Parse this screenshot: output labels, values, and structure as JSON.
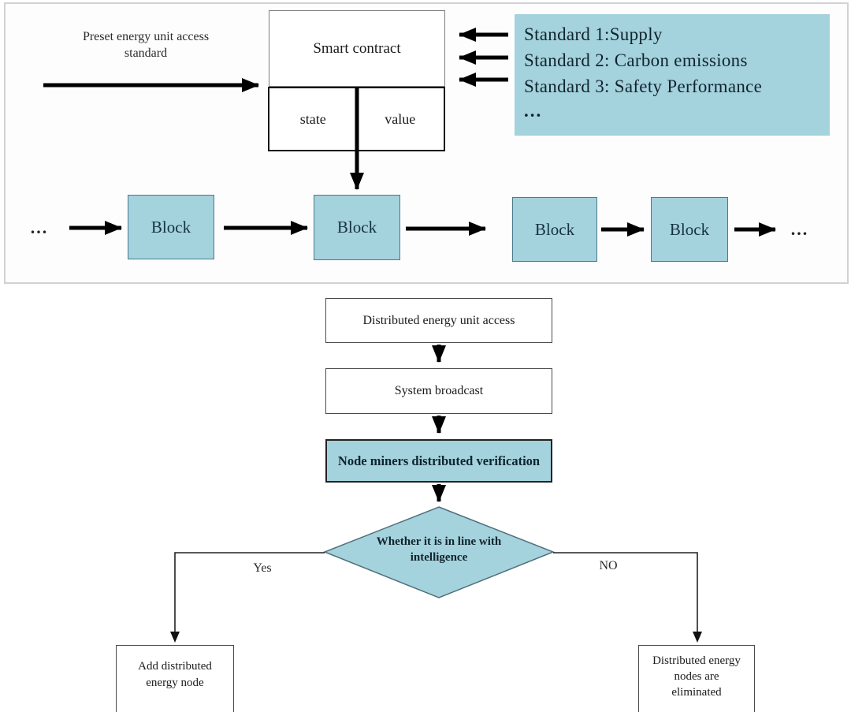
{
  "colors": {
    "accent_blue": "#a4d2dd",
    "block_border": "#4a7a8c",
    "panel_border": "#d2d2d2",
    "arrow_black": "#000000",
    "dark_text": "#10242e"
  },
  "top_panel": {
    "preset_label": "Preset energy unit access standard",
    "smart_contract_title": "Smart contract",
    "state_cell": "state",
    "value_cell": "value",
    "standards_lines": [
      "Standard 1:Supply",
      "Standard 2: Carbon emissions",
      "Standard 3: Safety Performance",
      "..."
    ],
    "chain": {
      "left_ellipsis": "...",
      "blocks": [
        "Block",
        "Block",
        "Block",
        "Block"
      ],
      "right_ellipsis": "..."
    }
  },
  "flowchart": {
    "step1": "Distributed energy unit access",
    "step2": "System broadcast",
    "step3": "Node miners distributed verification",
    "decision": "Whether it is in line with intelligence",
    "yes_label": "Yes",
    "no_label": "NO",
    "yes_outcome": "Add distributed energy node",
    "no_outcome": "Distributed energy nodes are eliminated"
  }
}
